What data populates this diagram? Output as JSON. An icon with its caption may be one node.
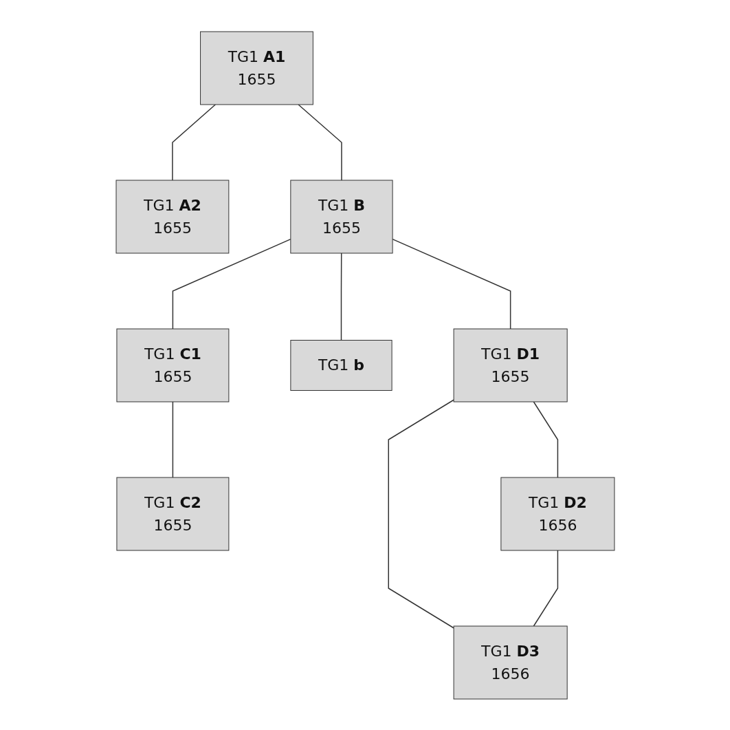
{
  "diagram": {
    "nodes": [
      {
        "text": [
          "TG1 **A1**",
          "1655"
        ]
      },
      {
        "text": [
          "TG1 **A2**",
          "1655"
        ]
      },
      {
        "text": [
          "TG1 **B**",
          "1655"
        ]
      },
      {
        "text": [
          "TG1 **C1**",
          "1655"
        ]
      },
      {
        "text": [
          "TG1 **b**"
        ]
      },
      {
        "text": [
          "TG1 **D1**",
          "1655"
        ]
      },
      {
        "text": [
          "TG1 **C2**",
          "1655"
        ]
      },
      {
        "text": [
          "TG1 **D2**",
          "1656"
        ]
      },
      {
        "text": [
          "TG1 **D3**",
          "1656"
        ]
      }
    ],
    "edges": [
      {
        "from": 0,
        "to": 1,
        "arrow": "none"
      },
      {
        "from": 0,
        "to": 2,
        "arrow": "none"
      },
      {
        "from": 2,
        "to": 3,
        "arrow": "none"
      },
      {
        "from": 2,
        "to": 4,
        "arrow": "none"
      },
      {
        "from": 2,
        "to": 5,
        "arrow": "none"
      },
      {
        "from": 3,
        "to": 6,
        "arrow": "none"
      },
      {
        "from": 5,
        "to": 7,
        "arrow": "none"
      },
      {
        "from": 5,
        "to": 8,
        "arrow": "none"
      },
      {
        "from": 7,
        "to": 8,
        "arrow": "none"
      }
    ]
  }
}
